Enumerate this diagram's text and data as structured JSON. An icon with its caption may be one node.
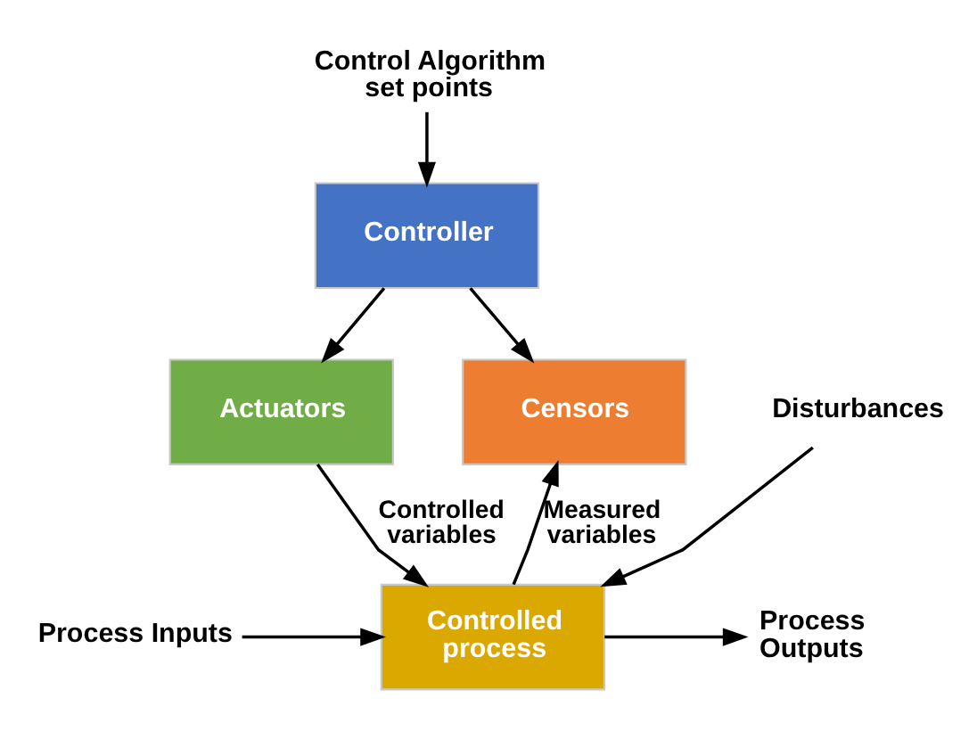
{
  "diagram": {
    "nodes": [
      {
        "text": [
          "Control Algorithm set points"
        ]
      },
      {
        "text": [
          "Controller"
        ]
      },
      {
        "text": [
          "Actuators"
        ]
      },
      {
        "text": [
          "Censors"
        ]
      },
      {
        "text": [
          "Controlled process"
        ]
      },
      {
        "text": [
          "Process Inputs"
        ]
      },
      {
        "text": [
          "Process Outputs"
        ]
      },
      {
        "text": [
          "Disturbances"
        ]
      }
    ],
    "edges": [
      {
        "from": 0,
        "to": 1,
        "arrow": "to"
      },
      {
        "from": 1,
        "to": 2,
        "arrow": "to"
      },
      {
        "from": 1,
        "to": 3,
        "arrow": "to"
      },
      {
        "from": 2,
        "to": 4,
        "arrow": "to",
        "label": "Controlled variables"
      },
      {
        "from": 4,
        "to": 3,
        "arrow": "to",
        "label": "Measured variables"
      },
      {
        "from": 5,
        "to": 4,
        "arrow": "to"
      },
      {
        "from": 4,
        "to": 6,
        "arrow": "to"
      },
      {
        "from": 7,
        "to": 4,
        "arrow": "to"
      }
    ]
  }
}
